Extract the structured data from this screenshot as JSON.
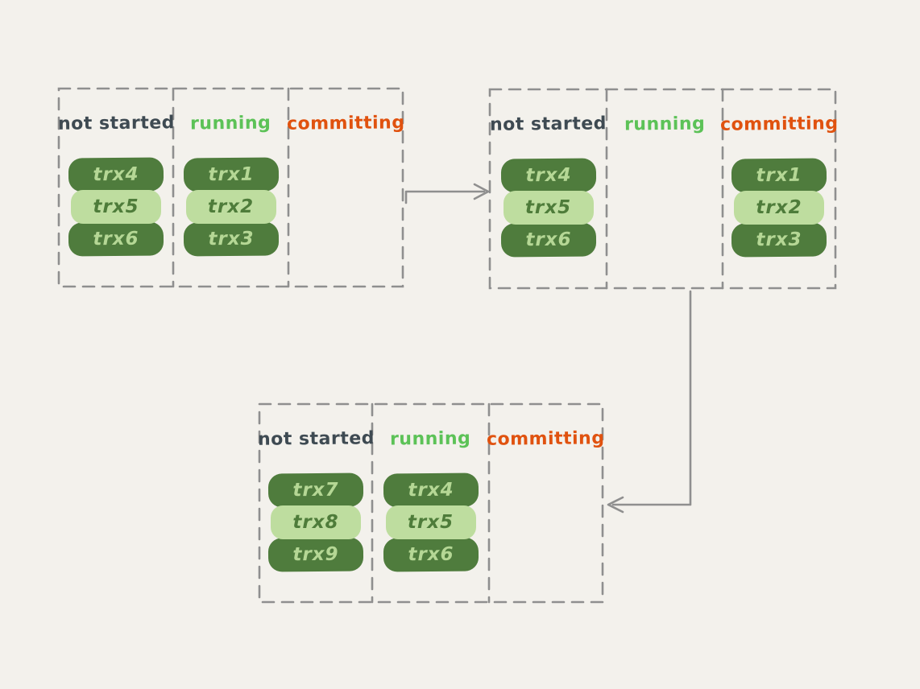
{
  "colors": {
    "background": "#f3f1ec",
    "dashed_border": "#8f8f8f",
    "arrow": "#8f8f8f",
    "not_started_label": "#3e4a52",
    "running_label": "#5cc257",
    "committing_label": "#e0520f",
    "pill_dark_bg": "#4f7c3d",
    "pill_dark_text": "#b5d795",
    "pill_light_bg": "#bedd9f",
    "pill_light_text": "#4e7c3a"
  },
  "panels": [
    {
      "columns": [
        {
          "label": "not started",
          "pills": [
            "trx4",
            "trx5",
            "trx6"
          ]
        },
        {
          "label": "running",
          "pills": [
            "trx1",
            "trx2",
            "trx3"
          ]
        },
        {
          "label": "committing",
          "pills": []
        }
      ]
    },
    {
      "columns": [
        {
          "label": "not started",
          "pills": [
            "trx4",
            "trx5",
            "trx6"
          ]
        },
        {
          "label": "running",
          "pills": []
        },
        {
          "label": "committing",
          "pills": [
            "trx1",
            "trx2",
            "trx3"
          ]
        }
      ]
    },
    {
      "columns": [
        {
          "label": "not started",
          "pills": [
            "trx7",
            "trx8",
            "trx9"
          ]
        },
        {
          "label": "running",
          "pills": [
            "trx4",
            "trx5",
            "trx6"
          ]
        },
        {
          "label": "committing",
          "pills": []
        }
      ]
    }
  ],
  "arrows": [
    {
      "from": "panel-1",
      "to": "panel-2",
      "shape": "horizontal-right"
    },
    {
      "from": "panel-2",
      "to": "panel-3",
      "shape": "down-then-left"
    }
  ]
}
